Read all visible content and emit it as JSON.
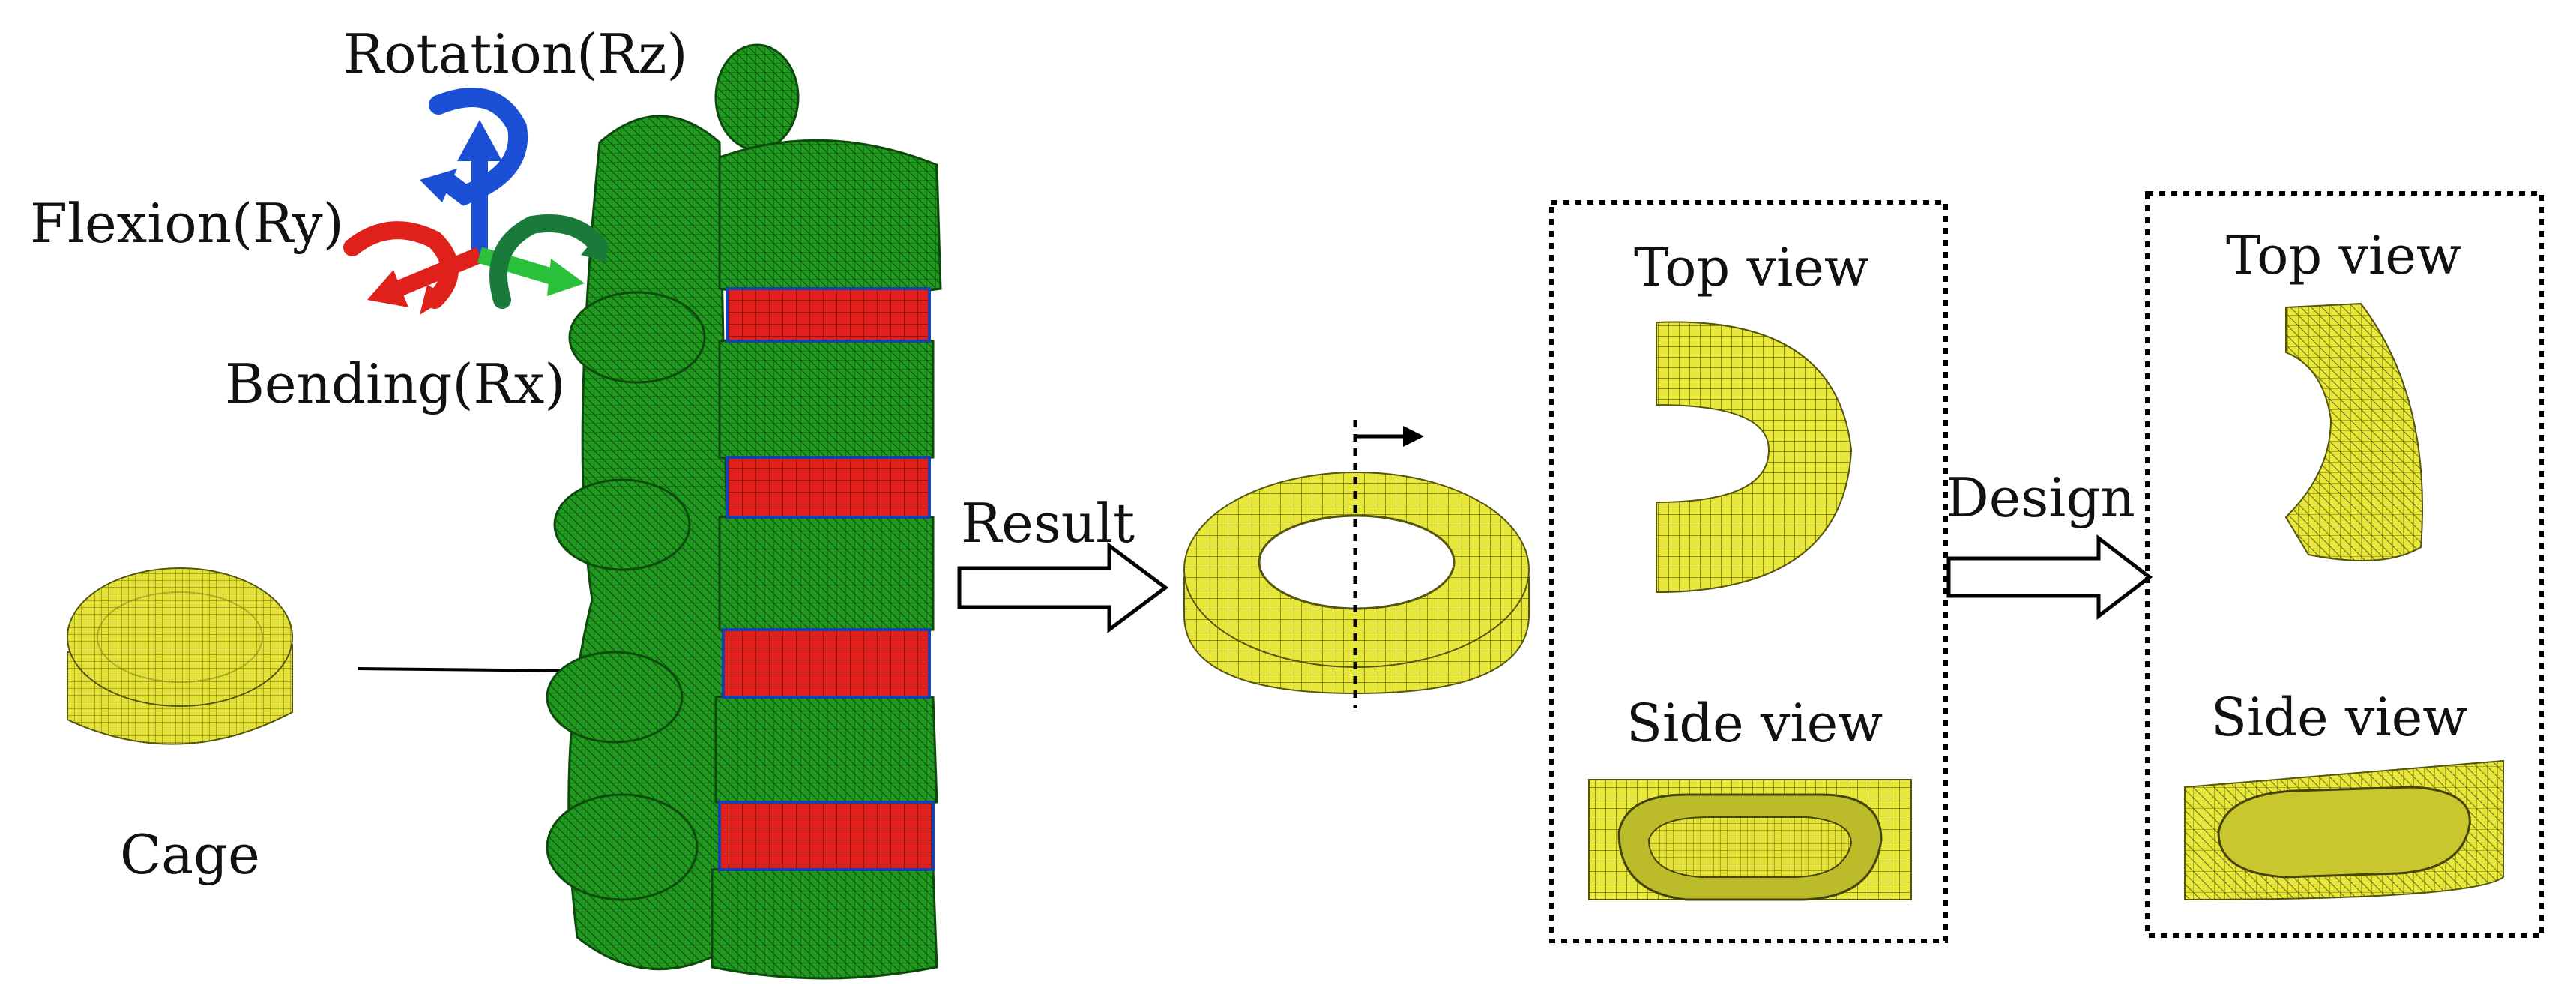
{
  "labels": {
    "rotation": "Rotation(Rz)",
    "flexion": "Flexion(Ry)",
    "bending": "Bending(Rx)",
    "cage": "Cage",
    "result": "Result",
    "design": "Design",
    "panel1_top": "Top view",
    "panel1_side": "Side view",
    "panel2_top": "Top view",
    "panel2_side": "Side view"
  },
  "colors": {
    "bone": "#1f9a1f",
    "disc": "#e0201a",
    "mesh": "#e8e83a",
    "axis_z": "#1a4fd6",
    "axis_y": "#e0201a",
    "axis_x": "#2ac03a"
  },
  "icons": [
    "rotation-arrow-icon",
    "flexion-arrow-icon",
    "bending-arrow-icon"
  ]
}
